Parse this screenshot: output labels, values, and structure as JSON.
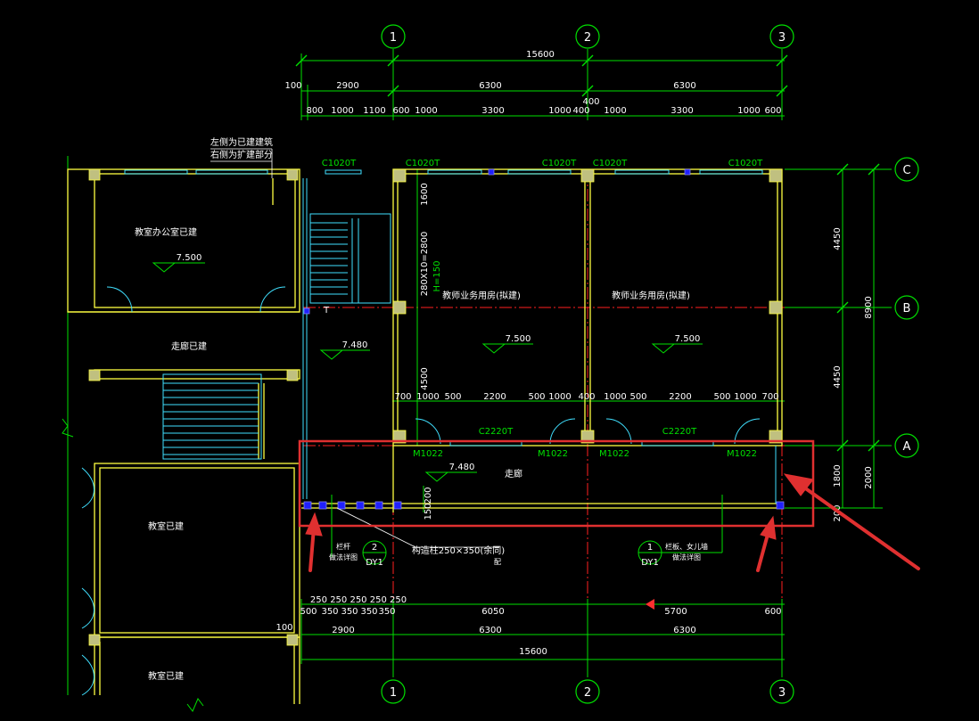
{
  "axes": {
    "columns": [
      "1",
      "2",
      "3"
    ],
    "rows": [
      "C",
      "B",
      "A"
    ]
  },
  "dimensions": {
    "top_total": "15600",
    "top_row2": [
      "100",
      "2900",
      "6300",
      "6300"
    ],
    "top_small": "400",
    "top_row3": [
      "800",
      "1000",
      "1100",
      "600",
      "1000",
      "3300",
      "1000",
      "400",
      "1000",
      "3300",
      "1000",
      "600"
    ],
    "mid_row": [
      "700",
      "1000",
      "500",
      "2200",
      "500",
      "1000",
      "400",
      "1000",
      "500",
      "2200",
      "500",
      "1000",
      "700"
    ],
    "right_side": [
      "4450",
      "4450",
      "8900",
      "1800",
      "2000",
      "200"
    ],
    "vertical_left": [
      "1600",
      "280X10=2800",
      "4500",
      "150",
      "200"
    ],
    "bottom_row1a": "250 250 250 250 250",
    "bottom_row1b": [
      "500",
      "350",
      "350",
      "350",
      "350",
      "6050",
      "5700",
      "600"
    ],
    "bottom_row2": [
      "100",
      "2900",
      "6300",
      "6300"
    ],
    "bottom_total": "15600"
  },
  "labels": {
    "note_line1": "左侧为已建建筑",
    "note_line2": "右侧为扩建部分",
    "window_top": [
      "C1020T",
      "C1020T",
      "C1020T",
      "C1020T",
      "C1020T"
    ],
    "window_mid": [
      "C2220T",
      "C2220T"
    ],
    "doors": [
      "M1022",
      "M1022",
      "M1022",
      "M1022"
    ],
    "room_left_top": "教室办公室已建",
    "corridor_left": "走廊已建",
    "room_left_mid": "教室已建",
    "room_left_bot": "教室已建",
    "room_right_1": "教师业务用房(拟建)",
    "room_right_2": "教师业务用房(拟建)",
    "corridor_right": "走廊",
    "column_note": "构造柱250×350(余同)",
    "stair_mark": "H=150",
    "detail_1_num": "1",
    "detail_1_ref": "DY1",
    "detail_1_note_a": "栏板、女儿墙",
    "detail_1_note_b": "做法详图",
    "detail_2_num": "2",
    "detail_2_ref": "DY1",
    "detail_2_note_a": "栏杆",
    "detail_2_note_b": "做法详图",
    "small_mark": "配",
    "t_mark": "T"
  },
  "elevations": [
    "7.500",
    "7.480",
    "7.500",
    "7.500",
    "7.480"
  ],
  "colors": {
    "background": "#000000",
    "grid_line": "#ff2020",
    "wall": "#ffff40",
    "dimension": "#00e000",
    "window": "#40e0ff",
    "column": "#c0c080",
    "highlight": "#e03030",
    "text": "#ffffff"
  }
}
